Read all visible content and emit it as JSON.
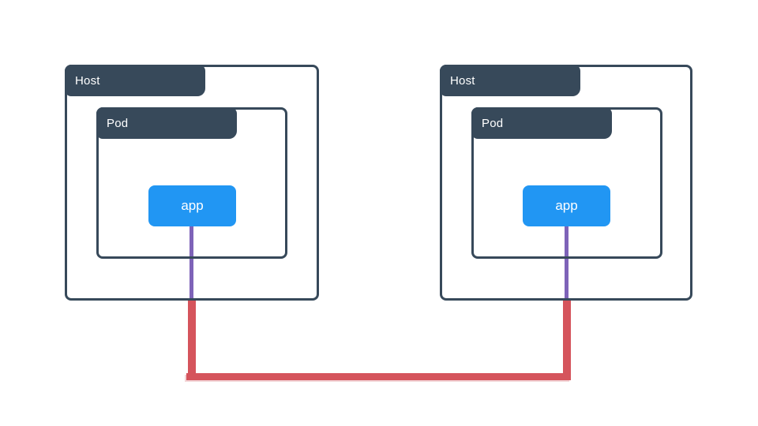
{
  "diagram_title": "",
  "hosts": [
    {
      "label": "Host",
      "pod": {
        "label": "Pod",
        "app": {
          "label": "app"
        }
      }
    },
    {
      "label": "Host",
      "pod": {
        "label": "Pod",
        "app": {
          "label": "app"
        }
      }
    }
  ],
  "connections": {
    "app_links": [
      {
        "from": "app-left",
        "to": "network-link"
      },
      {
        "from": "app-right",
        "to": "network-link"
      }
    ],
    "network_link": {
      "from": "host-left",
      "to": "host-right"
    }
  },
  "colors": {
    "background": "#ffffff",
    "frame": "#37495a",
    "label-text": "#ffffff",
    "app-fill": "#2196f3",
    "app-text": "#ffffff",
    "app-link": "#7e63b8",
    "network-link": "#d5545c"
  }
}
